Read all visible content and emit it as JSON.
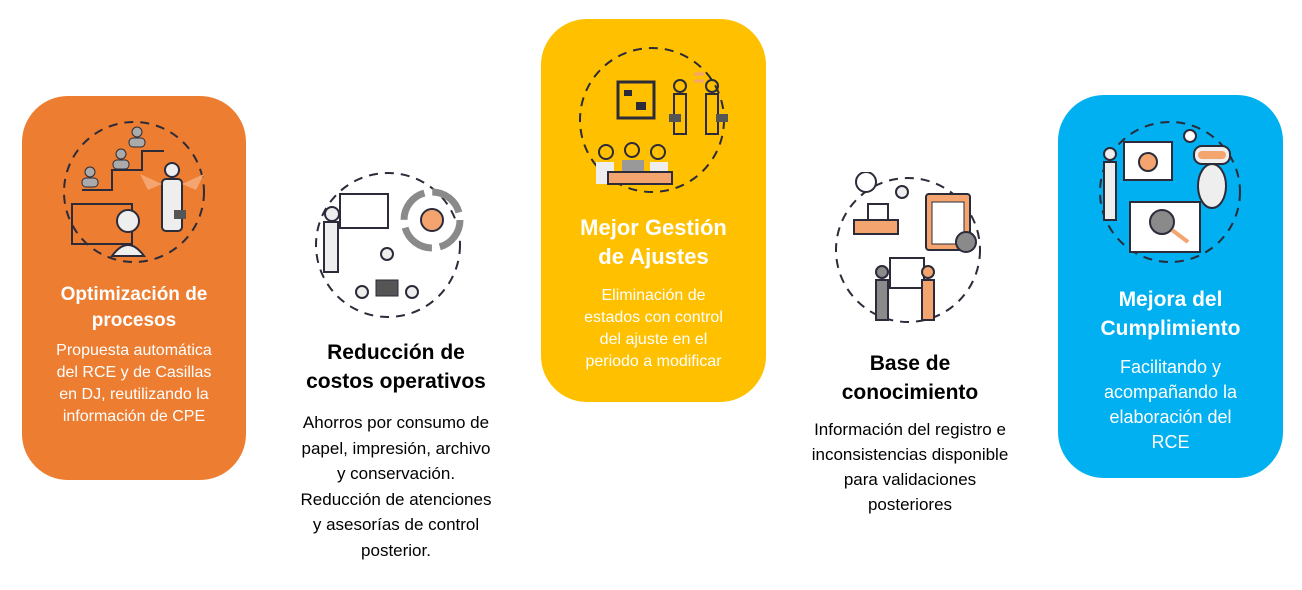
{
  "colors": {
    "orange": "#ED7D31",
    "yellow": "#FFC000",
    "blue": "#00B0F0"
  },
  "items": [
    {
      "title_lines": [
        "Optimización de",
        "procesos"
      ],
      "desc_lines": [
        "Propuesta automática",
        "del RCE y de Casillas",
        "en DJ, reutilizando la",
        "información de CPE"
      ],
      "icon": "strategy-team-icon"
    },
    {
      "title_lines": [
        "Reducción de",
        "costos operativos"
      ],
      "desc_lines": [
        "Ahorros por consumo de",
        "papel, impresión, archivo",
        "y conservación.",
        "Reducción de atenciones",
        "y asesorías de control",
        "posterior."
      ],
      "icon": "cost-reduction-icon"
    },
    {
      "title_lines": [
        "Mejor Gestión",
        "de Ajustes"
      ],
      "desc_lines": [
        "Eliminación de",
        "estados con control",
        "del ajuste en el",
        "periodo a modificar"
      ],
      "icon": "meeting-exchange-icon"
    },
    {
      "title_lines": [
        "Base de",
        "conocimiento"
      ],
      "desc_lines": [
        "Información del registro e",
        "inconsistencias disponible",
        "para validaciones",
        "posteriores"
      ],
      "icon": "knowledge-base-icon"
    },
    {
      "title_lines": [
        "Mejora del",
        "Cumplimiento"
      ],
      "desc_lines": [
        "Facilitando y",
        "acompañando la",
        "elaboración del",
        "RCE"
      ],
      "icon": "robot-assistant-icon"
    }
  ]
}
